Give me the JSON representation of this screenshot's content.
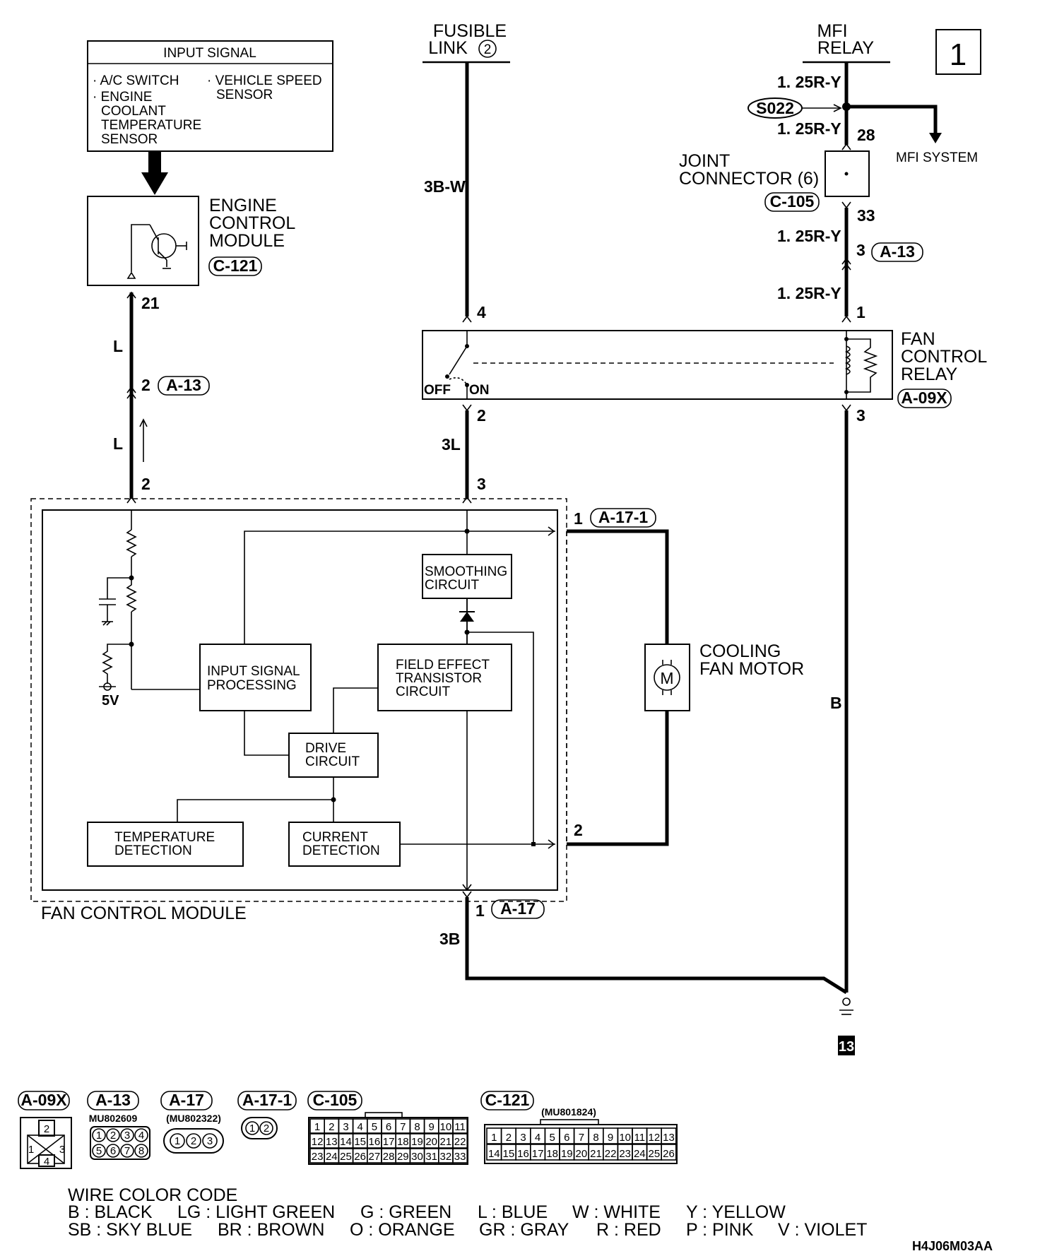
{
  "page_number": "1",
  "input_signal": {
    "title": "INPUT SIGNAL",
    "items": [
      "· A/C SWITCH",
      "· ENGINE",
      "COOLANT",
      "TEMPERATURE",
      "SENSOR"
    ],
    "items_right": [
      "· VEHICLE SPEED",
      "SENSOR"
    ]
  },
  "ecm": {
    "label_lines": [
      "ENGINE",
      "CONTROL",
      "MODULE"
    ],
    "connector": "C-121",
    "pin": "21"
  },
  "fusible_link": {
    "label_lines": [
      "FUSIBLE",
      "LINK"
    ],
    "number": "2"
  },
  "mfi_relay": {
    "label_lines": [
      "MFI",
      "RELAY"
    ]
  },
  "splice": "S022",
  "mfi_system": "MFI SYSTEM",
  "joint_connector": {
    "label_lines": [
      "JOINT",
      "CONNECTOR (6)"
    ],
    "connector": "C-105",
    "pin_in": "28",
    "pin_out": "33"
  },
  "fan_control_relay": {
    "label_lines": [
      "FAN",
      "CONTROL",
      "RELAY"
    ],
    "connector": "A-09X",
    "switch_off": "OFF",
    "switch_on": "ON",
    "pin_top_left": "4",
    "pin_top_right": "1",
    "pin_bottom_left": "2",
    "pin_bottom_right": "3"
  },
  "wires": {
    "fusible": "3B-W",
    "mfi_1": "1. 25R-Y",
    "mfi_2": "1. 25R-Y",
    "mfi_3": "1. 25R-Y",
    "mfi_4": "1. 25R-Y",
    "ecm_1": "L",
    "ecm_2": "L",
    "relay_out": "3L",
    "ground_right": "B",
    "ground_left": "3B"
  },
  "a13": {
    "connector": "A-13",
    "pin_ecm": "2",
    "pin_mfi": "3"
  },
  "fcm": {
    "label": "FAN CONTROL MODULE",
    "pin_signal": "2",
    "pin_power": "3",
    "pin_motor_1": "1",
    "pin_motor_2": "2",
    "pin_ground": "1",
    "motor_connector": "A-17-1",
    "ground_connector": "A-17",
    "supply": "5V",
    "blocks": {
      "smoothing": [
        "SMOOTHING",
        "CIRCUIT"
      ],
      "input_signal": [
        "INPUT SIGNAL",
        "PROCESSING"
      ],
      "fet": [
        "FIELD EFFECT",
        "TRANSISTOR",
        "CIRCUIT"
      ],
      "drive": [
        "DRIVE",
        "CIRCUIT"
      ],
      "temp": [
        "TEMPERATURE",
        "DETECTION"
      ],
      "current": [
        "CURRENT",
        "DETECTION"
      ]
    }
  },
  "motor": {
    "label_lines": [
      "COOLING",
      "FAN MOTOR"
    ],
    "symbol": "M"
  },
  "ground_number": "13",
  "connectors_legend": {
    "a09x": {
      "name": "A-09X",
      "pins": [
        "1",
        "2",
        "3",
        "4"
      ]
    },
    "a13": {
      "name": "A-13",
      "part": "MU802609",
      "pins": [
        "1",
        "2",
        "3",
        "4",
        "5",
        "6",
        "7",
        "8"
      ]
    },
    "a17": {
      "name": "A-17",
      "part": "(MU802322)",
      "pins": [
        "1",
        "2",
        "3"
      ]
    },
    "a171": {
      "name": "A-17-1",
      "pins": [
        "1",
        "2"
      ]
    },
    "c105": {
      "name": "C-105",
      "pins_row1": [
        "1",
        "2",
        "3",
        "4",
        "5",
        "6",
        "7",
        "8",
        "9",
        "10",
        "11"
      ],
      "pins_row2": [
        "12",
        "13",
        "14",
        "15",
        "16",
        "17",
        "18",
        "19",
        "20",
        "21",
        "22"
      ],
      "pins_row3": [
        "23",
        "24",
        "25",
        "26",
        "27",
        "28",
        "29",
        "30",
        "31",
        "32",
        "33"
      ]
    },
    "c121": {
      "name": "C-121",
      "part": "(MU801824)",
      "pins_row1": [
        "1",
        "2",
        "3",
        "4",
        "5",
        "6",
        "7",
        "8",
        "9",
        "10",
        "11",
        "12",
        "13"
      ],
      "pins_row2": [
        "14",
        "15",
        "16",
        "17",
        "18",
        "19",
        "20",
        "21",
        "22",
        "23",
        "24",
        "25",
        "26"
      ]
    }
  },
  "wire_color_code": {
    "title": "WIRE COLOR CODE",
    "row1": [
      "B : BLACK",
      "LG : LIGHT GREEN",
      "G : GREEN",
      "L : BLUE",
      "W : WHITE",
      "Y : YELLOW"
    ],
    "row2": [
      "SB : SKY BLUE",
      "BR : BROWN",
      "O : ORANGE",
      "GR : GRAY",
      "R : RED",
      "P : PINK",
      "V : VIOLET"
    ]
  },
  "figure_code": "H4J06M03AA"
}
